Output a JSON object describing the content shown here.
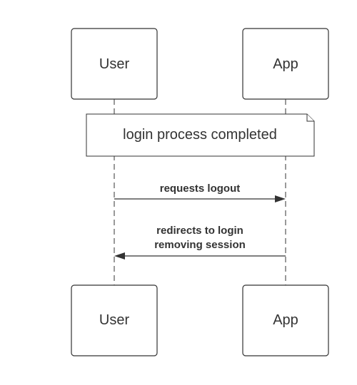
{
  "diagram": {
    "type": "sequence",
    "participants": {
      "user": "User",
      "app": "App"
    },
    "note": {
      "text": "login process completed"
    },
    "messages": [
      {
        "from": "User",
        "to": "App",
        "lines": [
          "requests logout"
        ]
      },
      {
        "from": "App",
        "to": "User",
        "lines": [
          "redirects to login",
          "removing session"
        ]
      }
    ],
    "colors": {
      "stroke": "#333333",
      "background": "#ffffff"
    }
  }
}
